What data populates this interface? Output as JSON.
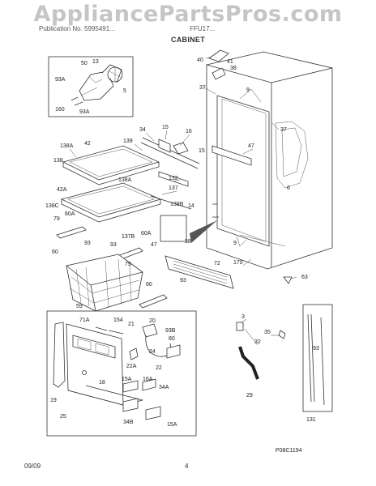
{
  "watermark": "AppliancePartsPros.com",
  "header": {
    "left": "Publication No. 5995491...",
    "right": "FFU17...",
    "section": "CABINET"
  },
  "footer": {
    "date": "09/09",
    "page": "4",
    "diagram_code": "P08C1194"
  },
  "callouts": {
    "c50": "50",
    "c13": "13",
    "c93a_top": "93A",
    "c5": "5",
    "c160": "160",
    "c93a_mid": "93A",
    "c40": "40",
    "c41": "41",
    "c38": "38",
    "c37a": "37",
    "c9a": "9",
    "c37b": "37",
    "c34": "34",
    "c15a": "15",
    "c16": "16",
    "c15b": "15",
    "c47": "47",
    "c138a_top": "138A",
    "c42": "42",
    "c139": "139",
    "c138": "138",
    "c138a_mid": "138A",
    "c132": "132",
    "c137": "137",
    "c42a": "42A",
    "c138c": "138C",
    "c139b": "139B",
    "c6": "6",
    "c14": "14",
    "c79a": "79",
    "c60a_a": "60A",
    "c93a": "93",
    "c60b": "60",
    "c137b": "137B",
    "c60a_b": "60A",
    "c93b": "93",
    "c79b": "79",
    "c47b": "47",
    "c38b": "38",
    "c9b": "9",
    "c72": "72",
    "c170": "170",
    "c93c": "93",
    "c60c": "60",
    "c59": "59",
    "c63": "63",
    "c3": "3",
    "c32": "32",
    "c35": "35",
    "c29": "29",
    "c93d": "93",
    "c131": "131",
    "c154": "154",
    "c20": "20",
    "c21": "21",
    "c71a": "71A",
    "c93bb": "93B",
    "c80": "80",
    "c24": "24",
    "c22": "22",
    "c22a": "22A",
    "c18": "18",
    "c15a2": "15A",
    "c16a": "16A",
    "c34a": "34A",
    "c19": "19",
    "c25": "25",
    "c34b": "34B",
    "c15a3": "15A"
  }
}
